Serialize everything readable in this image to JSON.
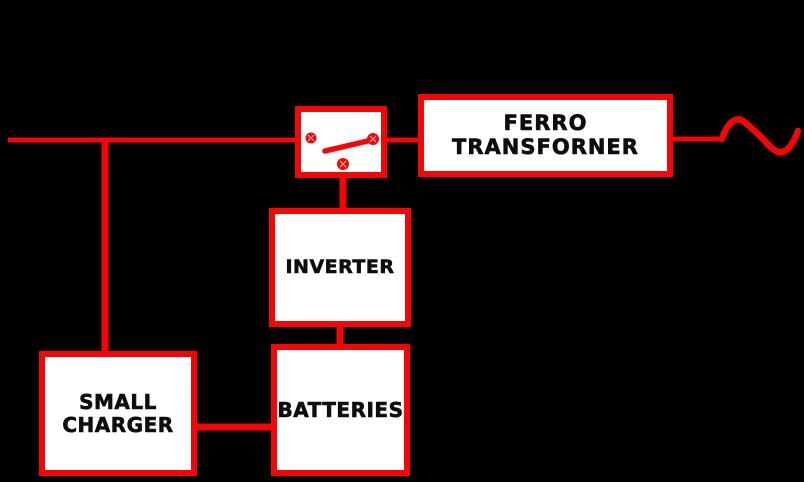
{
  "diagram": {
    "type": "block-diagram",
    "background_color": "#000000",
    "wire_color": "#F70505",
    "box_fill_color": "#FFFFFF",
    "label_color": "#0D0D0D",
    "blocks": {
      "transfer_switch": {
        "label": "",
        "symbol": "changeover-switch"
      },
      "ferro_transformer": {
        "label": "FERRO\nTRANSFORNER"
      },
      "inverter": {
        "label": "INVERTER"
      },
      "batteries": {
        "label": "BATTERIES"
      },
      "small_charger": {
        "label": "SMALL\nCHARGER"
      }
    },
    "symbols": {
      "ac_output": "sine-wave"
    },
    "connections": [
      "ac-input-line → transfer-switch",
      "ac-input-line → small-charger",
      "transfer-switch → ferro-transformer",
      "ferro-transformer → sine-wave-output",
      "inverter → transfer-switch",
      "batteries → inverter",
      "small-charger → batteries"
    ]
  }
}
